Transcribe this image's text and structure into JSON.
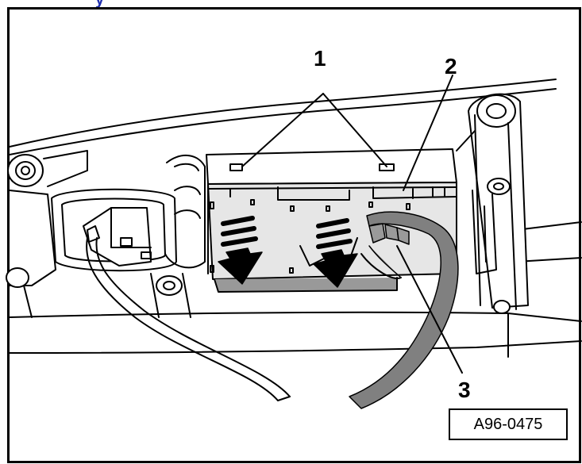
{
  "header_fragment": "y",
  "callouts": {
    "c1": "1",
    "c2": "2",
    "c3": "3"
  },
  "figure_ref": "A96-0475",
  "colors": {
    "line": "#000000",
    "cable": "#808080",
    "module_fill": "#e6e6e6",
    "header_text": "#1f2fb0"
  }
}
